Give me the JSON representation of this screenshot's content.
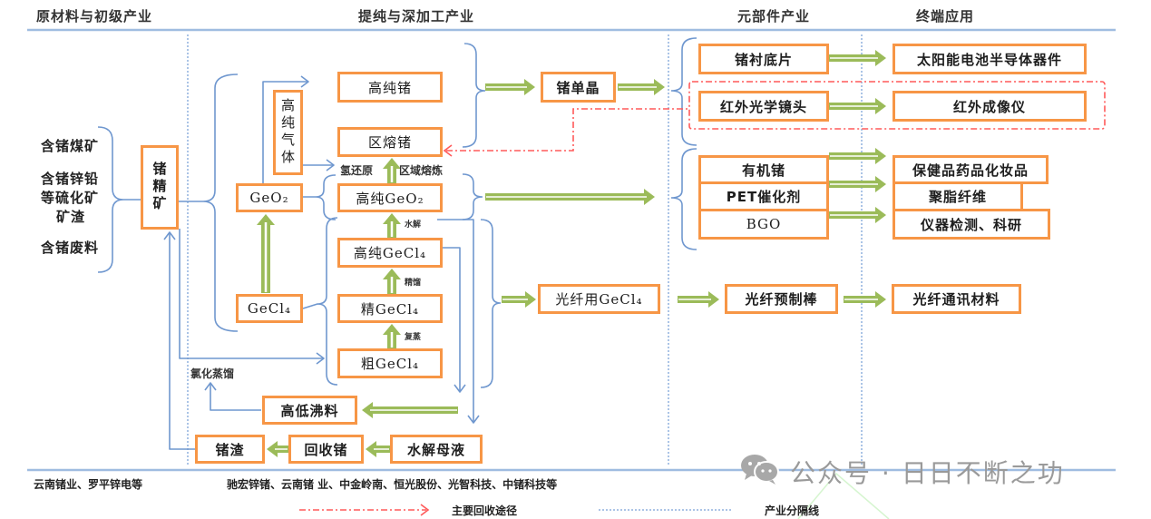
{
  "headers": {
    "raw": "原材料与初级产业",
    "refine": "提纯与深加工产业",
    "component": "元部件产业",
    "terminal": "终端应用"
  },
  "raw_materials": {
    "coal": "含锗煤矿",
    "sulfide_line1": "含锗锌铅",
    "sulfide_line2": "等硫化矿",
    "sulfide_line3": "矿渣",
    "waste": "含锗废料"
  },
  "nodes": {
    "ge_concentrate": "锗精矿",
    "high_purity_gas": "高纯气体",
    "geo2": "GeO₂",
    "gecl4": "GeCl₄",
    "high_purity_ge": "高纯锗",
    "zone_refined_ge": "区熔锗",
    "high_purity_geo2": "高纯GeO₂",
    "high_purity_gecl4": "高纯GeCl₄",
    "refined_gecl4": "精GeCl₄",
    "crude_gecl4": "粗GeCl₄",
    "ge_single_crystal": "锗单晶",
    "fiber_gecl4": "光纤用GeCl₄",
    "high_low_boiling": "高低沸料",
    "hydrolysis_mother_liquor": "水解母液",
    "recovered_ge": "回收锗",
    "ge_slag": "锗渣",
    "ge_substrate": "锗衬底片",
    "ir_lens": "红外光学镜头",
    "organic_ge": "有机锗",
    "pet_catalyst": "PET催化剂",
    "bgo": "BGO",
    "fiber_preform": "光纤预制棒",
    "solar_semiconductor": "太阳能电池半导体器件",
    "ir_imager": "红外成像仪",
    "health_cosmetics": "保健品药品化妆品",
    "polyester_fiber": "聚脂纤维",
    "instruments_research": "仪器检测、科研",
    "fiber_comm": "光纤通讯材料"
  },
  "process_labels": {
    "hydrogen_reduction": "氢还原",
    "zone_melting": "区域熔炼",
    "hydrolysis": "水解",
    "rectification": "精馏",
    "redistillation": "复蒸",
    "chlorination_distillation": "氯化蒸馏"
  },
  "companies": {
    "raw": "云南锗业、罗平锌电等",
    "refine": "驰宏锌锗、云南锗 业、中金岭南、恒光股份、光智科技、中锗科技等"
  },
  "legend": {
    "recovery_path": "主要回收途径",
    "industry_divider": "产业分隔线"
  },
  "watermark": {
    "icon": "wechat-icon",
    "text": "公众号 · 日日不断之功"
  },
  "colors": {
    "box_border": "#f79646",
    "flow_arrow": "#9bbb59",
    "connector": "#6f97cf",
    "recovery_path": "#ff5a5a",
    "divider": "#8fb0dd"
  }
}
